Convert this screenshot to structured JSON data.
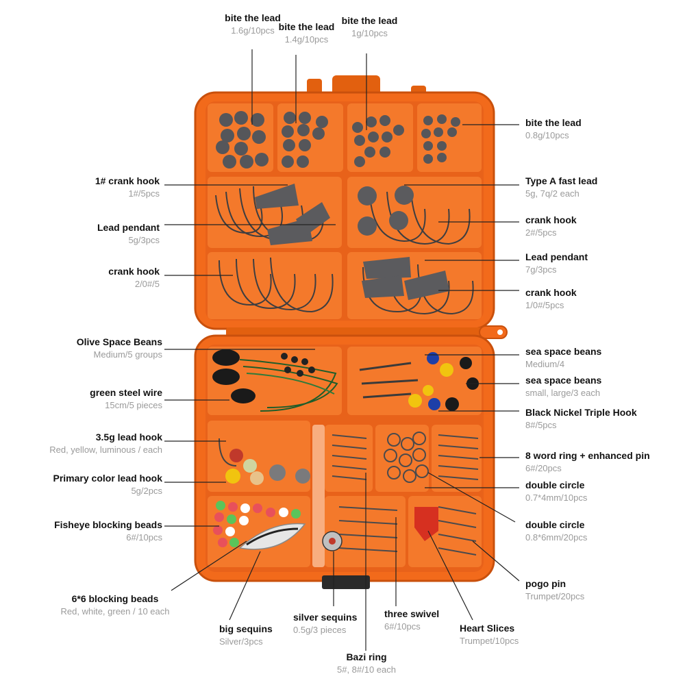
{
  "colors": {
    "box_orange": "#f26a1b",
    "box_dark_orange": "#d9530c",
    "compartment": "#f47a2a",
    "lead_gray": "#5a5a5c",
    "leader_line": "#222222",
    "spec_text": "#9a9a9a"
  },
  "labels": [
    {
      "name": "bite the lead",
      "spec": "1.6g/10pcs"
    },
    {
      "name": "bite the lead",
      "spec": "1.4g/10pcs"
    },
    {
      "name": "bite the lead",
      "spec": "1g/10pcs"
    },
    {
      "name": "bite the lead",
      "spec": "0.8g/10pcs"
    },
    {
      "name": "1# crank hook",
      "spec": "1#/5pcs"
    },
    {
      "name": "Lead pendant",
      "spec": "5g/3pcs"
    },
    {
      "name": "crank hook",
      "spec": "2/0#/5"
    },
    {
      "name": "Type A fast lead",
      "spec": "5g, 7q/2 each"
    },
    {
      "name": "crank hook",
      "spec": "2#/5pcs"
    },
    {
      "name": "Lead pendant",
      "spec": "7g/3pcs"
    },
    {
      "name": "crank hook",
      "spec": "1/0#/5pcs"
    },
    {
      "name": "Olive Space Beans",
      "spec": "Medium/5 groups"
    },
    {
      "name": "green steel wire",
      "spec": "15cm/5 pieces"
    },
    {
      "name": "sea space beans",
      "spec": "Medium/4"
    },
    {
      "name": "sea space beans",
      "spec": "small, large/3 each"
    },
    {
      "name": "Black Nickel Triple Hook",
      "spec": "8#/5pcs"
    },
    {
      "name": "3.5g lead hook",
      "spec": "Red, yellow, luminous / each"
    },
    {
      "name": "Primary color lead hook",
      "spec": "5g/2pcs"
    },
    {
      "name": "Fisheye blocking beads",
      "spec": "6#/10pcs"
    },
    {
      "name": "6*6 blocking beads",
      "spec": "Red, white, green / 10 each"
    },
    {
      "name": "8 word ring + enhanced pin",
      "spec": "6#/20pcs"
    },
    {
      "name": "double circle",
      "spec": "0.7*4mm/10pcs"
    },
    {
      "name": "double circle",
      "spec": "0.8*6mm/20pcs"
    },
    {
      "name": "pogo pin",
      "spec": "Trumpet/20pcs"
    },
    {
      "name": "Heart Slices",
      "spec": "Trumpet/10pcs"
    },
    {
      "name": "three swivel",
      "spec": "6#/10pcs"
    },
    {
      "name": "Bazi ring",
      "spec": "5#, 8#/10 each"
    },
    {
      "name": "silver sequins",
      "spec": "0.5g/3 pieces"
    },
    {
      "name": "big sequins",
      "spec": "Silver/3pcs"
    }
  ]
}
